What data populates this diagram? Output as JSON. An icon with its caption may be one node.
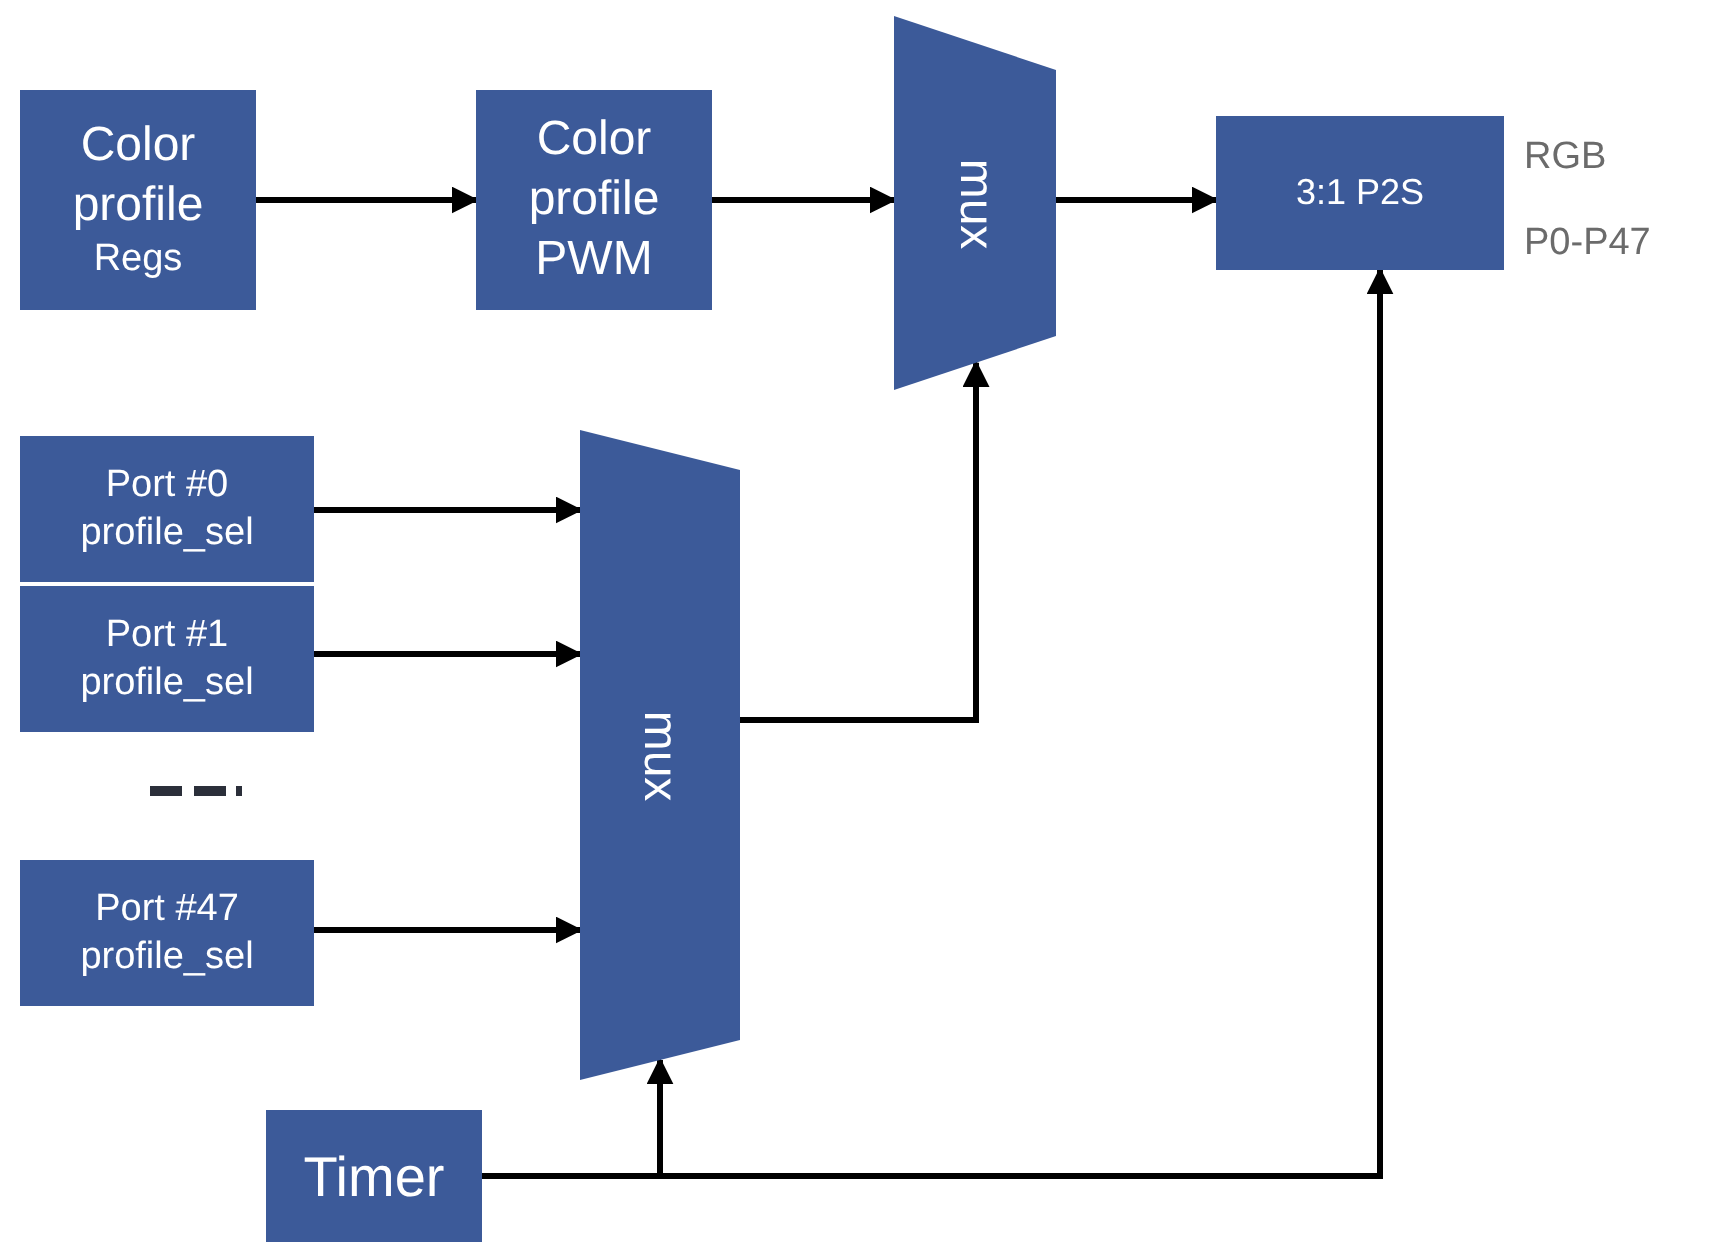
{
  "diagram": {
    "nodes": [
      {
        "text": [
          "Color profile",
          "Regs"
        ]
      },
      {
        "text": [
          "Color profile PWM"
        ]
      },
      {
        "text": [
          "mux"
        ]
      },
      {
        "text": [
          "3:1 P2S"
        ],
        "beside": [
          "RGB",
          "P0-P47"
        ]
      },
      {
        "text": [
          "Port #0 profile_sel"
        ]
      },
      {
        "text": [
          "Port #1 profile_sel"
        ]
      },
      {
        "text": [
          "Port #47 profile_sel"
        ]
      },
      {
        "text": [
          "mux"
        ]
      },
      {
        "text": [
          "Timer"
        ]
      }
    ],
    "edges": [
      {
        "from": 0,
        "to": 1,
        "arrow": "to"
      },
      {
        "from": 1,
        "to": 2,
        "arrow": "to"
      },
      {
        "from": 2,
        "to": 3,
        "arrow": "to"
      },
      {
        "from": 4,
        "to": 7,
        "arrow": "to"
      },
      {
        "from": 5,
        "to": 7,
        "arrow": "to"
      },
      {
        "from": 6,
        "to": 7,
        "arrow": "to"
      },
      {
        "from": 7,
        "to": 2,
        "arrow": "to"
      },
      {
        "from": 8,
        "to": 7,
        "arrow": "to"
      },
      {
        "from": 8,
        "to": 3,
        "arrow": "to"
      }
    ]
  }
}
